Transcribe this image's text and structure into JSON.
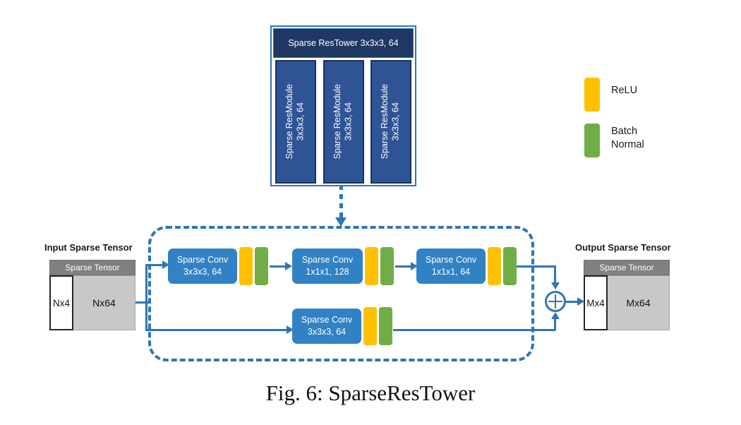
{
  "figure": {
    "caption": "Fig. 6:  SparseResTower"
  },
  "tower": {
    "header_label": "Sparse ResTower 3x3x3, 64",
    "modules": [
      {
        "label": "Sparse ResModule\n3x3x3, 64"
      },
      {
        "label": "Sparse ResModule\n3x3x3, 64"
      },
      {
        "label": "Sparse ResModule\n3x3x3, 64"
      }
    ],
    "colors": {
      "header_bg": "#1F3864",
      "module_bg": "#2E5496",
      "border": "#2E75B6"
    }
  },
  "legend": {
    "items": [
      {
        "label": "ReLU",
        "color": "#FFC000"
      },
      {
        "label": "Batch\nNormal",
        "color": "#70AD47"
      }
    ]
  },
  "input_tensor": {
    "title": "Input Sparse Tensor",
    "header": "Sparse Tensor",
    "coords_label": "Nx4",
    "features_label": "Nx64"
  },
  "output_tensor": {
    "title": "Output Sparse Tensor",
    "header": "Sparse Tensor",
    "coords_label": "Mx4",
    "features_label": "Mx64"
  },
  "main_branch": {
    "blocks": [
      {
        "title": "Sparse Conv",
        "spec": "3x3x3, 64"
      },
      {
        "title": "Sparse Conv",
        "spec": "1x1x1, 128"
      },
      {
        "title": "Sparse Conv",
        "spec": "1x1x1, 64"
      }
    ]
  },
  "skip_branch": {
    "blocks": [
      {
        "title": "Sparse Conv",
        "spec": "3x3x3, 64"
      }
    ]
  },
  "sum_node": {
    "symbol": "plus-circle"
  },
  "colors": {
    "conv_blue": "#3182C4",
    "wire_blue": "#2E75B6",
    "relu_yellow": "#FFC000",
    "bn_green": "#70AD47",
    "tensor_header_gray": "#808080",
    "tensor_body_gray": "#C8C8C8"
  }
}
